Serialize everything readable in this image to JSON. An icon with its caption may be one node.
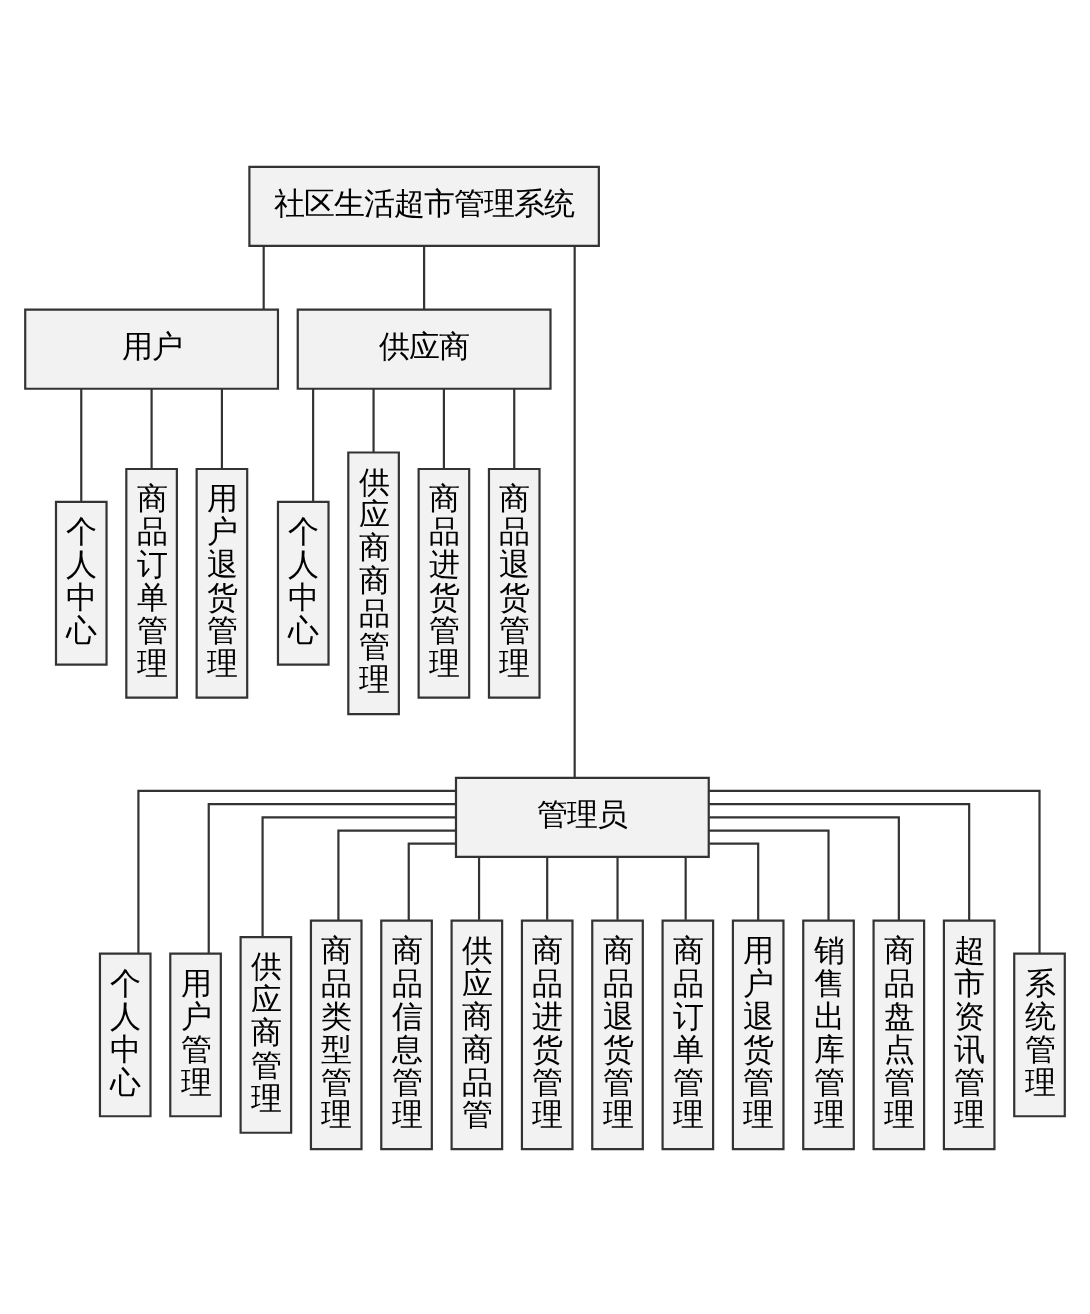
{
  "diagram": {
    "nodes": [
      {
        "text": [
          "社区生活超市管理系统"
        ]
      },
      {
        "text": [
          "用户"
        ]
      },
      {
        "text": [
          "供应商"
        ]
      },
      {
        "text": [
          "个人中心"
        ]
      },
      {
        "text": [
          "商品订单管理"
        ]
      },
      {
        "text": [
          "用户退货管理"
        ]
      },
      {
        "text": [
          "个人中心"
        ]
      },
      {
        "text": [
          "供应商商品管理"
        ]
      },
      {
        "text": [
          "商品进货管理"
        ]
      },
      {
        "text": [
          "商品退货管理"
        ]
      },
      {
        "text": [
          "管理员"
        ]
      },
      {
        "text": [
          "个人中心"
        ]
      },
      {
        "text": [
          "用户管理"
        ]
      },
      {
        "text": [
          "供应商管理"
        ]
      },
      {
        "text": [
          "商品类型管理"
        ]
      },
      {
        "text": [
          "商品信息管理"
        ]
      },
      {
        "text": [
          "供应商商品管"
        ]
      },
      {
        "text": [
          "商品进货管理"
        ]
      },
      {
        "text": [
          "商品退货管理"
        ]
      },
      {
        "text": [
          "商品订单管理"
        ]
      },
      {
        "text": [
          "用户退货管理"
        ]
      },
      {
        "text": [
          "销售出库管理"
        ]
      },
      {
        "text": [
          "商品盘点管理"
        ]
      },
      {
        "text": [
          "超市资讯管理"
        ]
      },
      {
        "text": [
          "系统管理"
        ]
      }
    ],
    "edges": [
      {
        "from": 0,
        "to": 1,
        "arrow": "none"
      },
      {
        "from": 0,
        "to": 2,
        "arrow": "none"
      },
      {
        "from": 0,
        "to": 10,
        "arrow": "none"
      },
      {
        "from": 1,
        "to": 3,
        "arrow": "none"
      },
      {
        "from": 1,
        "to": 4,
        "arrow": "none"
      },
      {
        "from": 1,
        "to": 5,
        "arrow": "none"
      },
      {
        "from": 2,
        "to": 6,
        "arrow": "none"
      },
      {
        "from": 2,
        "to": 7,
        "arrow": "none"
      },
      {
        "from": 2,
        "to": 8,
        "arrow": "none"
      },
      {
        "from": 2,
        "to": 9,
        "arrow": "none"
      },
      {
        "from": 10,
        "to": 11,
        "arrow": "none"
      },
      {
        "from": 10,
        "to": 12,
        "arrow": "none"
      },
      {
        "from": 10,
        "to": 13,
        "arrow": "none"
      },
      {
        "from": 10,
        "to": 14,
        "arrow": "none"
      },
      {
        "from": 10,
        "to": 15,
        "arrow": "none"
      },
      {
        "from": 10,
        "to": 16,
        "arrow": "none"
      },
      {
        "from": 10,
        "to": 17,
        "arrow": "none"
      },
      {
        "from": 10,
        "to": 18,
        "arrow": "none"
      },
      {
        "from": 10,
        "to": 19,
        "arrow": "none"
      },
      {
        "from": 10,
        "to": 20,
        "arrow": "none"
      },
      {
        "from": 10,
        "to": 21,
        "arrow": "none"
      },
      {
        "from": 10,
        "to": 22,
        "arrow": "none"
      },
      {
        "from": 10,
        "to": 23,
        "arrow": "none"
      },
      {
        "from": 10,
        "to": 24,
        "arrow": "none"
      }
    ]
  }
}
